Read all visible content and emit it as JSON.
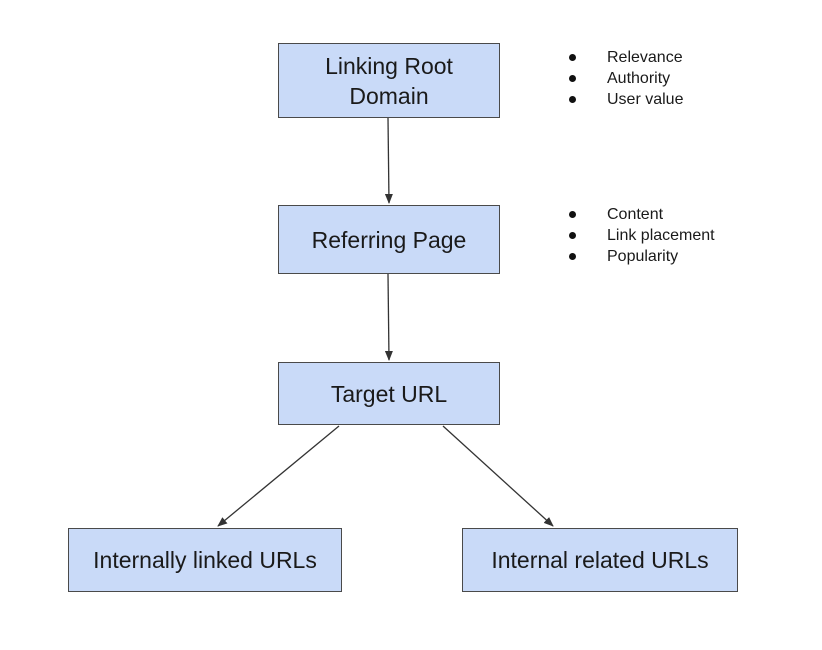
{
  "diagram": {
    "nodes": {
      "root": {
        "line1": "Linking Root",
        "line2": "Domain"
      },
      "referring": {
        "label": "Referring Page"
      },
      "target": {
        "label": "Target URL"
      },
      "internally_linked": {
        "label": "Internally linked URLs"
      },
      "internal_related": {
        "label": "Internal related URLs"
      }
    },
    "root_factors": [
      "Relevance",
      "Authority",
      "User value"
    ],
    "referring_factors": [
      "Content",
      "Link placement",
      "Popularity"
    ],
    "colors": {
      "node_fill": "#c9daf8",
      "node_border": "#4a4a4a",
      "arrow": "#333333"
    }
  }
}
